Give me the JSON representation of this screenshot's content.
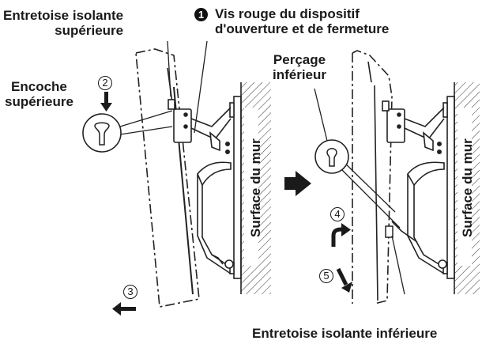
{
  "labels": {
    "upper_spacer": "Entretoise isolante\nsupérieure",
    "red_screw": "Vis rouge du dispositif\nd'ouverture et de fermeture",
    "upper_notch": "Encoche\nsupérieure",
    "lower_hole": "Perçage\ninférieur",
    "wall_surface": "Surface du mur",
    "lower_spacer": "Entretoise isolante inférieure"
  },
  "steps": {
    "step1": "1",
    "step2": "2",
    "step3": "3",
    "step4": "4",
    "step5": "5"
  },
  "icons": {
    "upper_notch_shape": "keyhole-slot-icon",
    "lower_hole_shape": "keyhole-hole-icon",
    "transition": "right-arrow-icon"
  }
}
